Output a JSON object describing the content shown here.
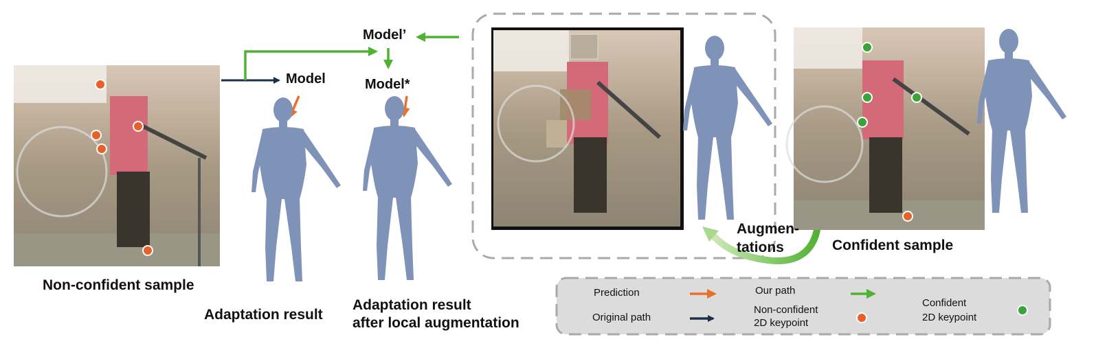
{
  "labels": {
    "model": "Model",
    "model_prime": "Model’",
    "model_star": "Model*",
    "non_confident_sample": "Non-confident sample",
    "adaptation_result": "Adaptation result",
    "adaptation_local_line1": "Adaptation result",
    "adaptation_local_line2": "after local augmentation",
    "augmentations_line1": "Augmen-",
    "augmentations_line2": "tations",
    "confident_sample": "Confident sample"
  },
  "legend": {
    "prediction": "Prediction",
    "original_path": "Original path",
    "our_path": "Our path",
    "non_confident_line1": "Non-confident",
    "non_confident_line2": "2D keypoint",
    "confident_line1": "Confident",
    "confident_line2": "2D keypoint"
  },
  "colors": {
    "prediction_arrow": "#E8702A",
    "original_path": "#1B2E4A",
    "our_path": "#4FB233",
    "non_confident_dot": "#E8602A",
    "confident_dot": "#3BA33A",
    "body_mesh": "#7F92B8",
    "dashed_frame": "#A9A9A9"
  },
  "icons": {
    "photo": "photo-placeholder",
    "mesh": "human-body-mesh"
  }
}
